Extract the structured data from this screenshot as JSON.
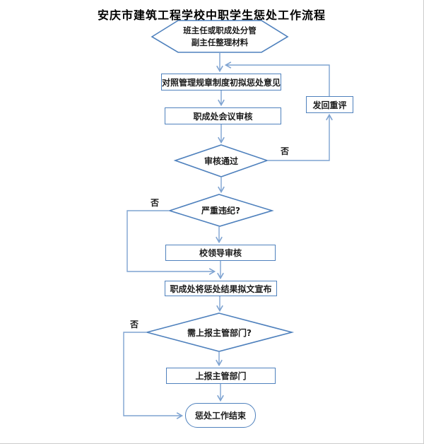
{
  "page": {
    "title": "安庆市建筑工程学校中职学生惩处工作流程"
  },
  "flowchart": {
    "nodes": {
      "start": {
        "type": "hexagon",
        "line1": "班主任或职成处分管",
        "line2": "副主任整理材料"
      },
      "draft": {
        "type": "process",
        "label": "对照管理规章制度初拟惩处意见"
      },
      "meeting": {
        "type": "process",
        "label": "职成处会议审核"
      },
      "review_pass": {
        "type": "decision",
        "label": "审核通过"
      },
      "send_back": {
        "type": "process",
        "label": "发回重评"
      },
      "serious": {
        "type": "decision",
        "label": "严重违纪?"
      },
      "leader_review": {
        "type": "process",
        "label": "校领导审核"
      },
      "announce": {
        "type": "process",
        "label": "职成处将惩处结果拟文宣布"
      },
      "report_needed": {
        "type": "decision",
        "label": "需上报主管部门?"
      },
      "report": {
        "type": "process",
        "label": "上报主管部门"
      },
      "end": {
        "type": "terminator",
        "label": "惩处工作结束"
      }
    },
    "edge_labels": {
      "review_no": "否",
      "serious_no": "否",
      "report_no": "否"
    },
    "colors": {
      "shape_border": "#4f81bd",
      "connector": "#7ea3d1",
      "text": "#1c1c1c"
    }
  }
}
